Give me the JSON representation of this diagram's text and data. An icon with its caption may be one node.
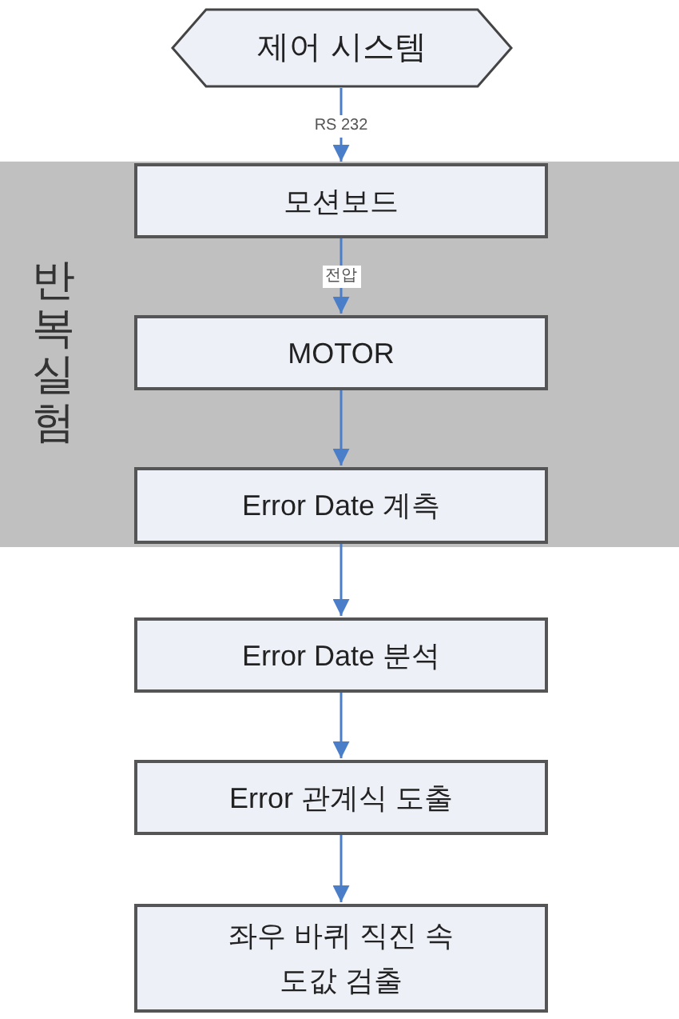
{
  "diagram": {
    "nodes": [
      {
        "text": [
          "제어 시스템"
        ]
      },
      {
        "text": [
          "반복 실험"
        ]
      },
      {
        "text": [
          "모션보드"
        ],
        "in": 1
      },
      {
        "text": [
          "MOTOR"
        ],
        "in": 1
      },
      {
        "text": [
          "Error Date 계측"
        ],
        "in": 1
      },
      {
        "text": [
          "Error Date 분석"
        ]
      },
      {
        "text": [
          "Error 관계식 도출"
        ]
      },
      {
        "text": [
          "좌우 바퀴 직진 속도값 검출"
        ]
      }
    ],
    "edges": [
      {
        "from": 0,
        "to": 2,
        "arrow": "to",
        "label": "RS 232"
      },
      {
        "from": 2,
        "to": 3,
        "arrow": "to",
        "label": "전압"
      },
      {
        "from": 3,
        "to": 4,
        "arrow": "to"
      },
      {
        "from": 4,
        "to": 5,
        "arrow": "to"
      },
      {
        "from": 5,
        "to": 6,
        "arrow": "to"
      },
      {
        "from": 6,
        "to": 7,
        "arrow": "to"
      }
    ]
  }
}
